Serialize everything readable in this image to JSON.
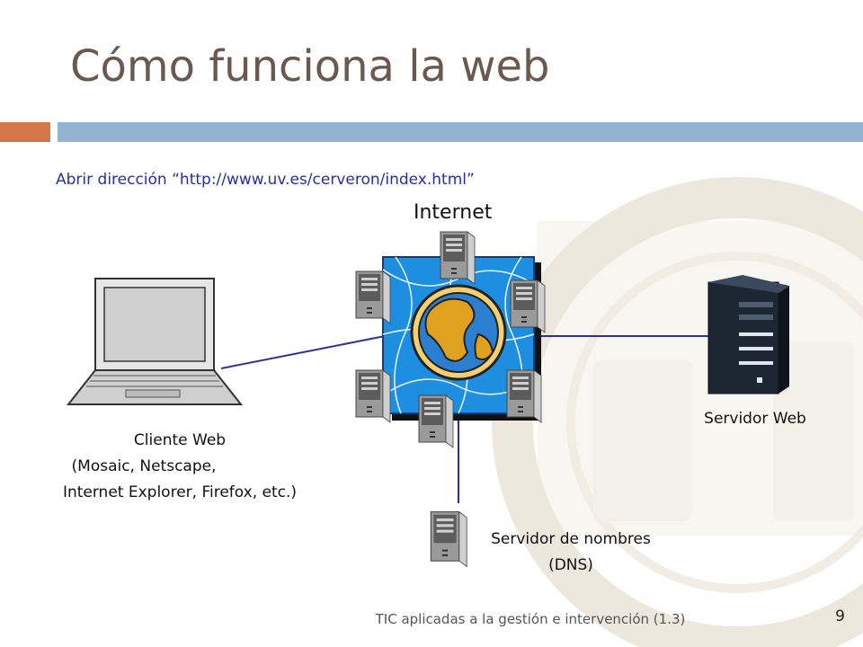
{
  "slide": {
    "title": "Cómo funciona la web",
    "subtitle": "Abrir dirección “http://www.uv.es/cerveron/index.html”",
    "footer": "TIC aplicadas a la gestión e intervención (1.3)",
    "page_number": "9"
  },
  "diagram": {
    "internet_label": "Internet",
    "client": {
      "line1": "Cliente Web",
      "line2": "(Mosaic, Netscape,",
      "line3": "Internet Explorer, Firefox, etc.)"
    },
    "web_server": {
      "label": "Servidor Web"
    },
    "dns_server": {
      "line1": "Servidor de nombres",
      "line2": "(DNS)"
    }
  },
  "colors": {
    "accent_orange": "#d3774a",
    "accent_blue": "#93b3d2",
    "link_line": "#2b2ea0",
    "cloud_blue": "#1e8fe0",
    "globe_gold": "#e0a020"
  }
}
